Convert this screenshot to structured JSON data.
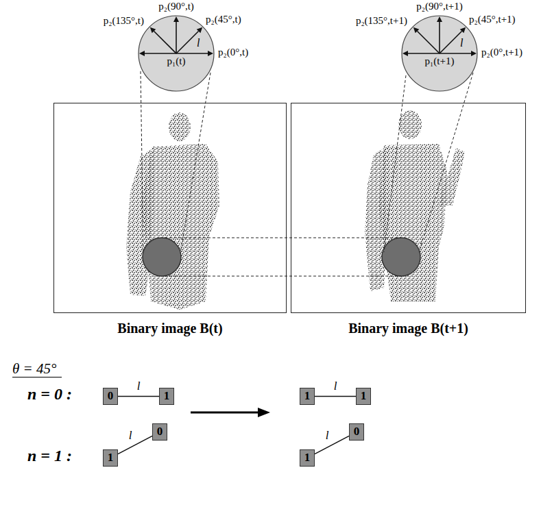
{
  "diagram": {
    "nodes": [
      {
        "text": [
          "p₁(t)"
        ]
      },
      {
        "text": [
          "p₁(t+1)"
        ]
      },
      {
        "text": [
          "Binary image B(t)"
        ]
      },
      {
        "text": [
          "Binary image B(t+1)"
        ]
      },
      {
        "text": [
          "0"
        ]
      },
      {
        "text": [
          "1"
        ]
      },
      {
        "text": [
          "1"
        ]
      },
      {
        "text": [
          "1"
        ]
      },
      {
        "text": [
          "1"
        ]
      },
      {
        "text": [
          "0"
        ]
      },
      {
        "text": [
          "1"
        ]
      },
      {
        "text": [
          "0"
        ]
      }
    ],
    "edges": [
      {
        "from": 4,
        "to": 5,
        "arrow": "none",
        "label": "l"
      },
      {
        "from": 6,
        "to": 7,
        "arrow": "none",
        "label": "l"
      },
      {
        "from": 8,
        "to": 9,
        "arrow": "none",
        "label": "l"
      },
      {
        "from": 10,
        "to": 11,
        "arrow": "none",
        "label": "l"
      }
    ],
    "labels": [
      "p₂(90°,t)",
      "p₂(135°,t)",
      "p₂(45°,t)",
      "p₂(0°,t)",
      "l",
      "p₂(90°,t+1)",
      "p₂(135°,t+1)",
      "p₂(45°,t+1)",
      "p₂(0°,t+1)",
      "l",
      "θ = 45°",
      "n = 0 :",
      "n = 1 :"
    ]
  }
}
